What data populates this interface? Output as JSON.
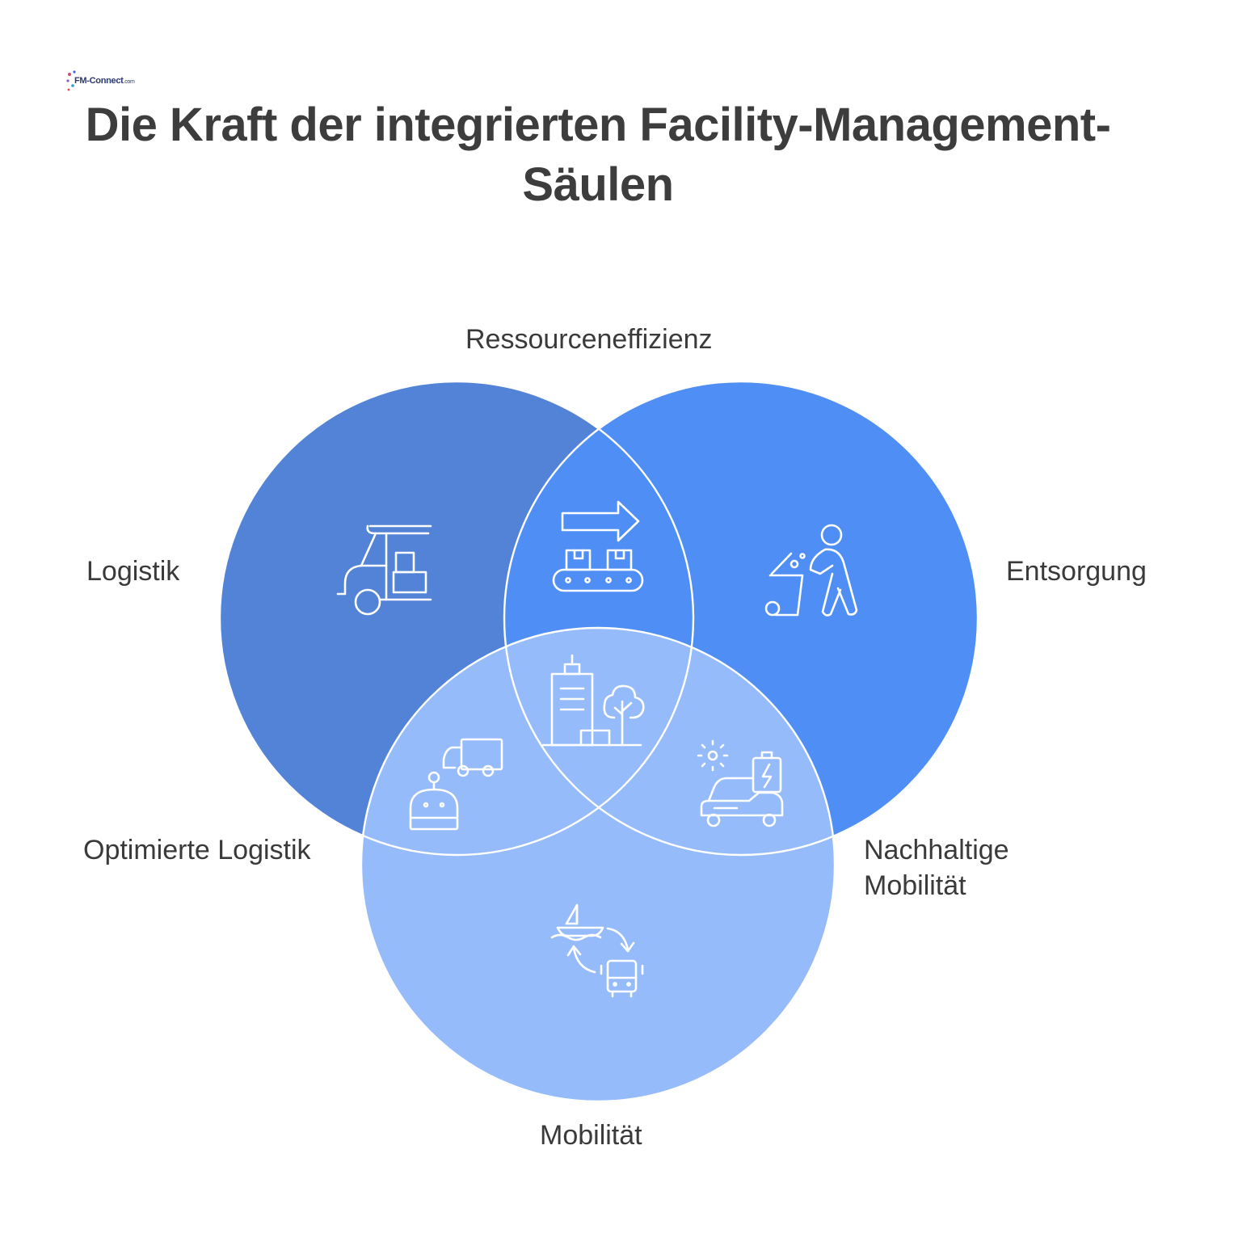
{
  "logo": {
    "brand": "FM-Connect",
    "suffix": ".com"
  },
  "title": {
    "line1": "Die Kraft der integrierten Facility-Management-",
    "line2": "Säulen"
  },
  "labels": {
    "top": "Ressourceneffizienz",
    "left": "Logistik",
    "right": "Entsorgung",
    "bottom_left": "Optimierte Logistik",
    "bottom_right_1": "Nachhaltige",
    "bottom_right_2": "Mobilität",
    "bottom": "Mobilität"
  },
  "colors": {
    "circle_left": "#5283d6",
    "circle_right": "#4f8ff5",
    "circle_bottom": "#95bbfb",
    "outline": "#ffffff",
    "text": "#3a3a3a"
  },
  "icons": {
    "left": "cart-with-boxes-icon",
    "top_overlap": "conveyor-arrow-icon",
    "right": "person-waste-bin-icon",
    "center": "building-tree-icon",
    "bottom_left_overlap": "robot-truck-icon",
    "bottom_right_overlap": "electric-car-battery-icon",
    "bottom": "boat-bus-cycle-icon"
  }
}
